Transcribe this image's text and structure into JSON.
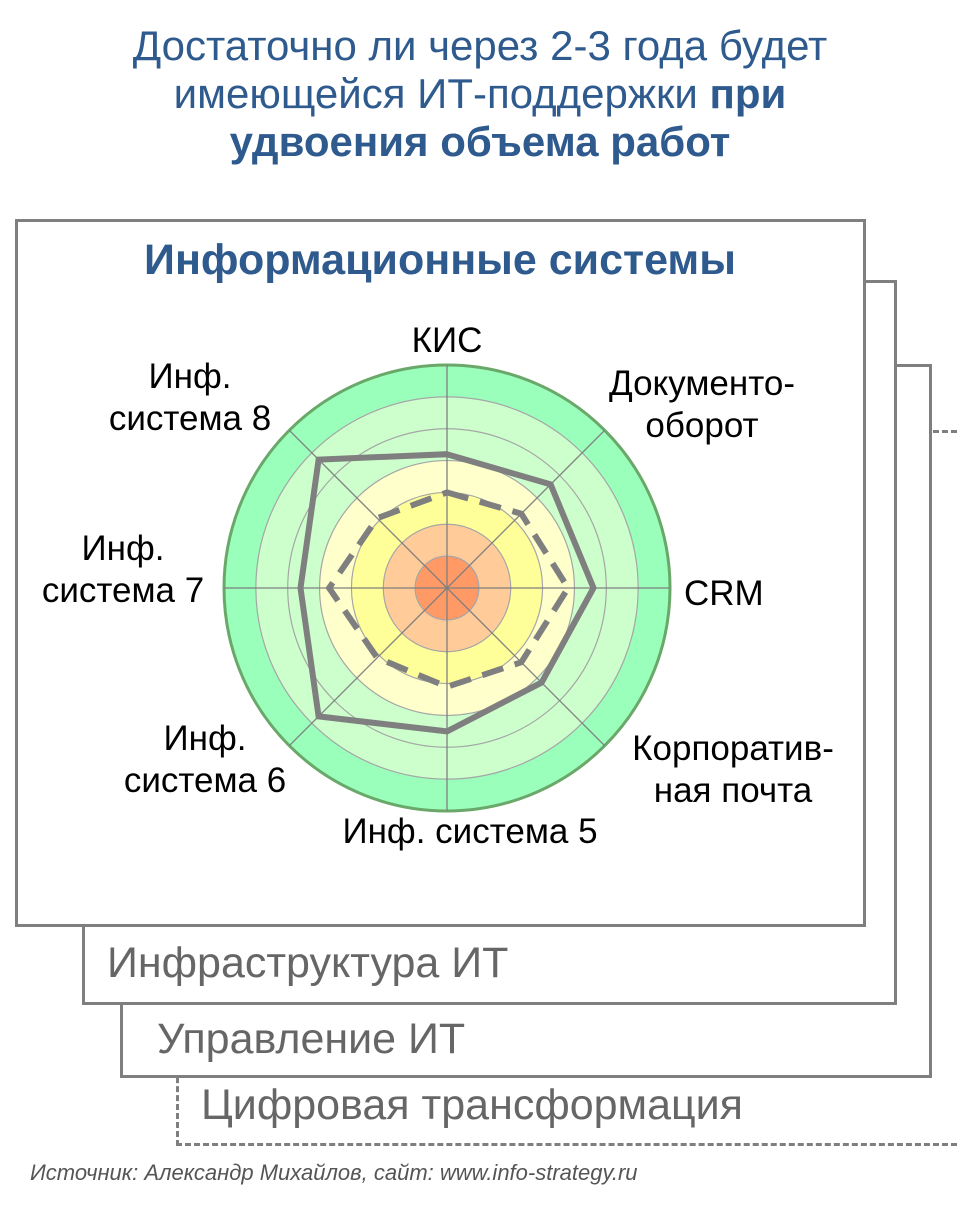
{
  "title": {
    "line1": "Достаточно ли через 2-3 года будет",
    "line2_normal": "имеющейся ИТ-поддержки ",
    "line2_bold": "при",
    "line3_bold": "удвоения объема работ"
  },
  "layers": [
    "Информационные системы",
    "Инфраструктура ИТ",
    "Управление ИТ",
    "Цифровая трансформация"
  ],
  "chart_data": {
    "type": "radar",
    "title": "Информационные системы",
    "axes": [
      [
        "КИС"
      ],
      [
        "Документо-",
        "оборот"
      ],
      [
        "CRM"
      ],
      [
        "Корпоратив-",
        "ная почта"
      ],
      [
        "Инф. система 5"
      ],
      [
        "Инф.",
        "система 6"
      ],
      [
        "Инф.",
        "система 7"
      ],
      [
        "Инф.",
        "система 8"
      ]
    ],
    "rlim": [
      0,
      7
    ],
    "rings": [
      1,
      2,
      3,
      4,
      5,
      6,
      7
    ],
    "series": [
      {
        "style": "solid",
        "values": [
          4.2,
          4.6,
          4.6,
          4.2,
          4.5,
          5.7,
          4.6,
          5.7
        ]
      },
      {
        "style": "dashed",
        "values": [
          3.0,
          3.3,
          3.8,
          3.3,
          3.1,
          3.1,
          3.7,
          3.1
        ]
      }
    ],
    "zone_colors": [
      "#ff9966",
      "#ffcc99",
      "#ffff99",
      "#ffffcc",
      "#ccffcc",
      "#ccffcc",
      "#99ffbb"
    ],
    "colors": {
      "series_line": "#7f7f7f",
      "ring_line": "#a6a6a6",
      "outer_ring": "#6aa86a"
    }
  },
  "source": "Источник: Александр Михайлов, сайт: www.info-strategy.ru"
}
